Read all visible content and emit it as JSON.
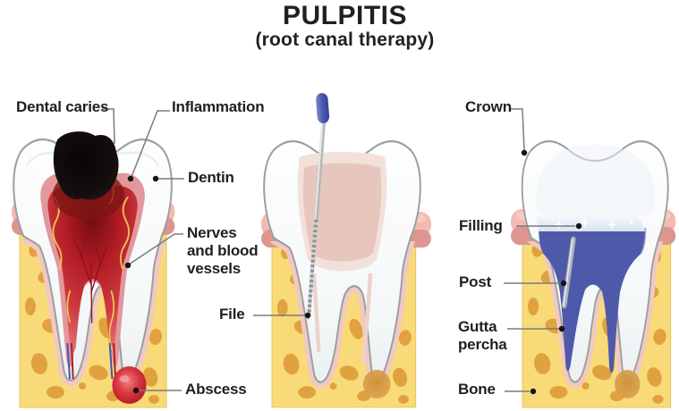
{
  "title": "PULPITIS",
  "subtitle": "(root canal therapy)",
  "colors": {
    "text": "#231f20",
    "leader": "#7b7b7b",
    "dot": "#141414",
    "bone": "#f8da79",
    "bone_spot": "#dfa03c",
    "bone_light": "#fbe9a0",
    "gum_light": "#f3bab1",
    "gum_dark": "#dd968f",
    "tooth_fill": "#fbfdfd",
    "tooth_outline": "#98a0a1",
    "pulp_outer": "#e2979c",
    "pulp_red": "#b01b24",
    "nerve_yellow": "#eec34e",
    "vessel_dark": "#8e1118",
    "vessel_blue": "#3f58ab",
    "caries": "#120d0e",
    "abscess": "#c41524",
    "file_metal": "#b6b8ba",
    "file_handle": "#4a57ae",
    "canal_blue": "#4e5aa9",
    "filling": "#e6eef8",
    "post": "#aeb3b8",
    "healing_spot": "#d79a41",
    "periodontal": "#f1c9c2"
  },
  "panels": [
    {
      "id": "diseased-tooth",
      "labels": [
        {
          "text": "Dental caries"
        },
        {
          "text": "Inflammation"
        },
        {
          "text": "Dentin"
        },
        {
          "text": "Nerves\nand blood\nvessels"
        },
        {
          "text": "Abscess"
        }
      ]
    },
    {
      "id": "root-canal-treatment",
      "labels": [
        {
          "text": "File"
        }
      ]
    },
    {
      "id": "restored-tooth",
      "labels": [
        {
          "text": "Crown"
        },
        {
          "text": "Filling"
        },
        {
          "text": "Post"
        },
        {
          "text": "Gutta\npercha"
        },
        {
          "text": "Bone"
        }
      ]
    }
  ]
}
